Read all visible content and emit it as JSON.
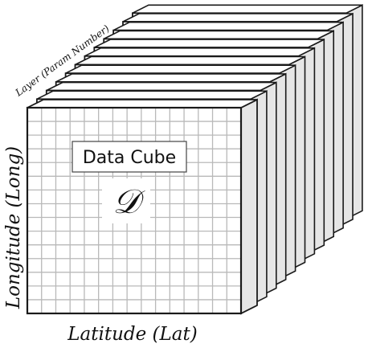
{
  "diagram": {
    "label_box": "Data Cube",
    "symbol": "𝒟",
    "axis_x": "Latitude (Lat)",
    "axis_y": "Longitude (Long)",
    "axis_z": "Layer (Param Number)"
  },
  "colors": {
    "stroke": "#1a1a1a",
    "grid": "#b9b9b9",
    "layer_fill": "#ffffff",
    "side_fill": "#e6e6e6",
    "box_fill": "#ffffff",
    "box_stroke": "#444444",
    "text": "#111111"
  }
}
